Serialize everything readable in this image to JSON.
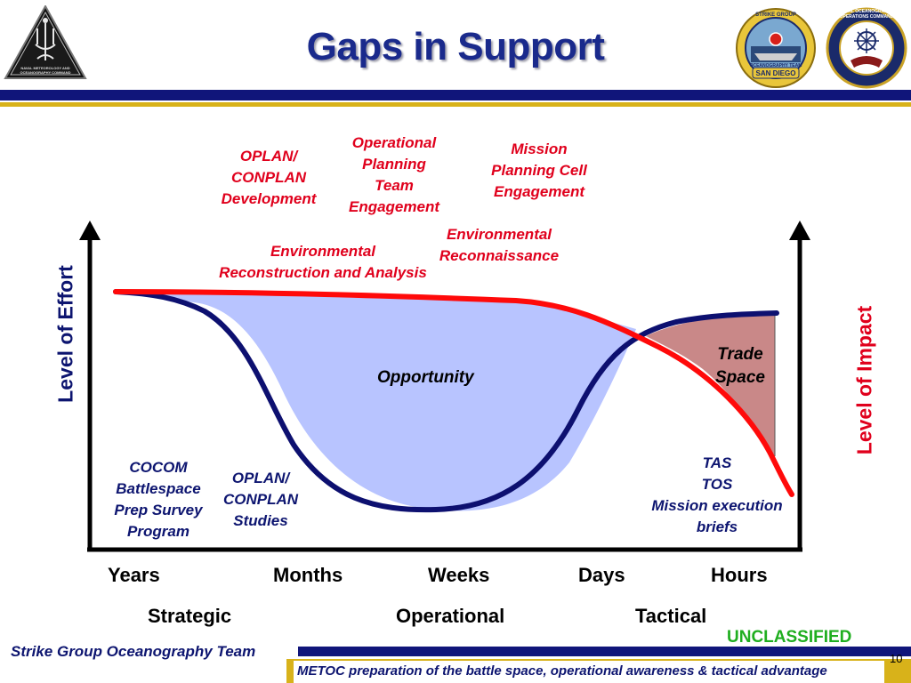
{
  "slide": {
    "title": "Gaps in Support",
    "logo_left_text": "NAVAL METEOROLOGY AND OCEANOGRAPHY COMMAND",
    "logo_right1_text_top": "STRIKE GROUP",
    "logo_right1_text_mid": "OCEANOGRAPHY TEAM",
    "logo_right1_text_bottom": "SAN DIEGO",
    "logo_right2_text": "NAVAL OCEANOGRAPHY OPERATIONS COMMAND"
  },
  "diagram": {
    "left_axis_label": "Level of Effort",
    "right_axis_label": "Level of Impact",
    "top_labels": {
      "oplan_dev": [
        "OPLAN/",
        "CONPLAN",
        "Development"
      ],
      "opt_engagement": [
        "Operational",
        "Planning",
        "Team",
        "Engagement"
      ],
      "mpc_engagement": [
        "Mission",
        "Planning Cell",
        "Engagement"
      ],
      "env_recon_analysis": [
        "Environmental",
        "Reconstruction and Analysis"
      ],
      "env_reconnaissance": [
        "Environmental",
        "Reconnaissance"
      ]
    },
    "region_labels": {
      "opportunity": "Opportunity",
      "trade_space": [
        "Trade",
        "Space"
      ]
    },
    "bottom_labels": {
      "cocom": [
        "COCOM",
        "Battlespace",
        "Prep Survey",
        "Program"
      ],
      "oplan_studies": [
        "OPLAN/",
        "CONPLAN",
        "Studies"
      ],
      "tas_tos": [
        "TAS",
        "TOS",
        "Mission execution",
        "briefs"
      ]
    },
    "time_ticks": [
      "Years",
      "Months",
      "Weeks",
      "Days",
      "Hours"
    ],
    "phases": [
      "Strategic",
      "Operational",
      "Tactical"
    ],
    "colors": {
      "effort_curve": "#0d1070",
      "impact_curve": "#ff0a0a",
      "opportunity_fill": "#b8c4ff",
      "trade_space_fill": "#c98888",
      "axis": "#000000"
    }
  },
  "footer": {
    "org": "Strike Group Oceanography Team",
    "classification": "UNCLASSIFIED",
    "tagline": "METOC preparation of the battle space, operational awareness & tactical advantage",
    "page_number": "10"
  }
}
